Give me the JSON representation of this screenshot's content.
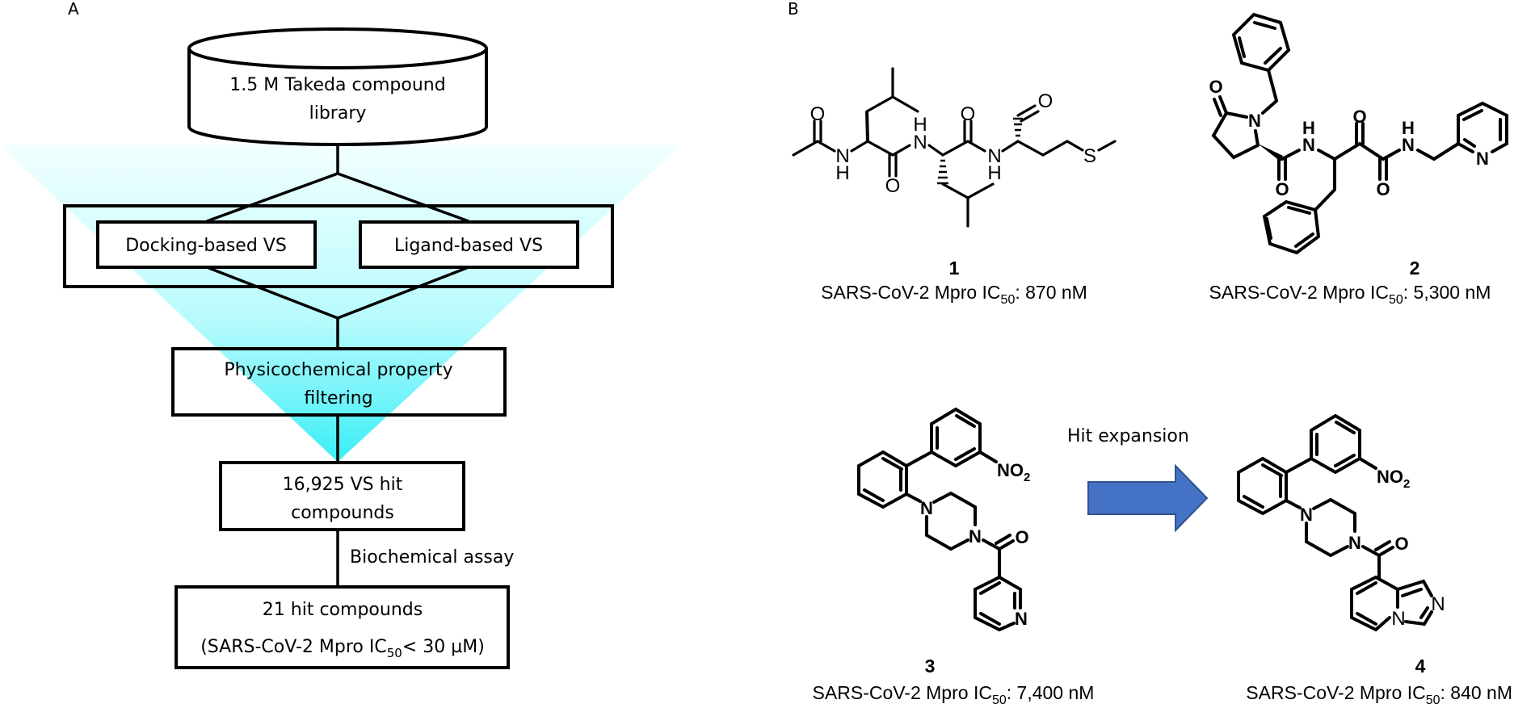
{
  "panel_a": {
    "label": "A",
    "library": {
      "line1": "1.5 M Takeda compound",
      "line2": "library"
    },
    "vs_methods": [
      "Docking-based VS",
      "Ligand-based VS"
    ],
    "filter": {
      "line1": "Physicochemical property",
      "line2": "filtering"
    },
    "vs_hits": {
      "line1": "16,925 VS hit",
      "line2": "compounds"
    },
    "assay_label": "Biochemical assay",
    "final_hits": {
      "line1": "21 hit compounds",
      "line2_prefix": "(SARS-CoV-2 Mpro IC",
      "line2_sub": "50",
      "line2_suffix": "< 30  µM)"
    },
    "funnel_colors": {
      "top": "#f2ffff",
      "bottom": "#3aeef6"
    }
  },
  "panel_b": {
    "label": "B",
    "arrow_label": "Hit expansion",
    "arrow_color": "#4472c4",
    "arrow_outline": "#2f528f",
    "compounds": [
      {
        "number": "1",
        "caption_prefix": "SARS-CoV-2 Mpro IC",
        "caption_sub": "50",
        "caption_suffix": ": 870 nM"
      },
      {
        "number": "2",
        "caption_prefix": "SARS-CoV-2 Mpro IC",
        "caption_sub": "50",
        "caption_suffix": ": 5,300 nM"
      },
      {
        "number": "3",
        "caption_prefix": "SARS-CoV-2 Mpro IC",
        "caption_sub": "50",
        "caption_suffix": ": 7,400 nM"
      },
      {
        "number": "4",
        "caption_prefix": "SARS-CoV-2 Mpro IC",
        "caption_sub": "50",
        "caption_suffix": ": 840 nM"
      }
    ],
    "atoms": {
      "O": "O",
      "N": "N",
      "H": "H",
      "S": "S",
      "NO2_N": "NO",
      "NO2_sub": "2"
    }
  }
}
